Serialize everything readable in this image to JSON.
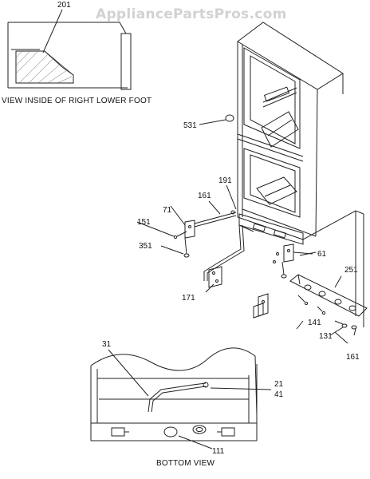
{
  "watermark": "AppliancePartsPros.com",
  "captions": {
    "inset_top": "VIEW INSIDE OF RIGHT LOWER FOOT",
    "bottom_view": "BOTTOM VIEW"
  },
  "callouts": {
    "c201": "201",
    "c531": "531",
    "c191": "191",
    "c161a": "161",
    "c71": "71",
    "c151": "151",
    "c351": "351",
    "c61": "61",
    "c251": "251",
    "c171": "171",
    "c141": "141",
    "c131": "131",
    "c161b": "161",
    "c31": "31",
    "c21": "21",
    "c41": "41",
    "c111": "111"
  }
}
